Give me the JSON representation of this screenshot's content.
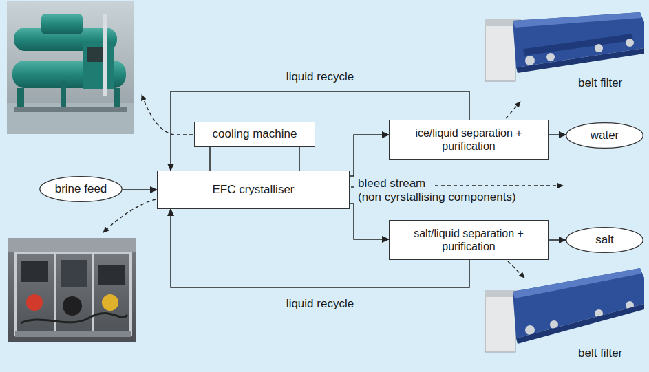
{
  "diagram": {
    "nodes": [
      {
        "text": [
          "cooling machine"
        ]
      },
      {
        "text": [
          "brine feed"
        ]
      },
      {
        "text": [
          "EFC crystalliser"
        ]
      },
      {
        "text": [
          "ice/liquid separation + purification"
        ]
      },
      {
        "text": [
          "water"
        ]
      },
      {
        "text": [
          "salt/liquid separation + purification"
        ]
      },
      {
        "text": [
          "salt"
        ]
      }
    ],
    "edges": [
      {
        "from": 1,
        "to": 2,
        "arrow": "to"
      },
      {
        "from": 0,
        "to": 2,
        "arrow": "none"
      },
      {
        "from": 0,
        "to": 2,
        "arrow": "none"
      },
      {
        "from": 3,
        "to": 2,
        "label": "liquid recycle",
        "arrow": "to"
      },
      {
        "from": 2,
        "to": 3,
        "arrow": "to"
      },
      {
        "from": 3,
        "to": 4,
        "arrow": "to"
      },
      {
        "from": 2,
        "to": 5,
        "arrow": "to"
      },
      {
        "from": 5,
        "to": 6,
        "arrow": "to"
      },
      {
        "from": 5,
        "to": 2,
        "label": "liquid recycle",
        "arrow": "to"
      }
    ],
    "labels": [
      "bleed stream",
      "(non cyrstallising components)",
      "belt filter",
      "belt filter"
    ]
  }
}
